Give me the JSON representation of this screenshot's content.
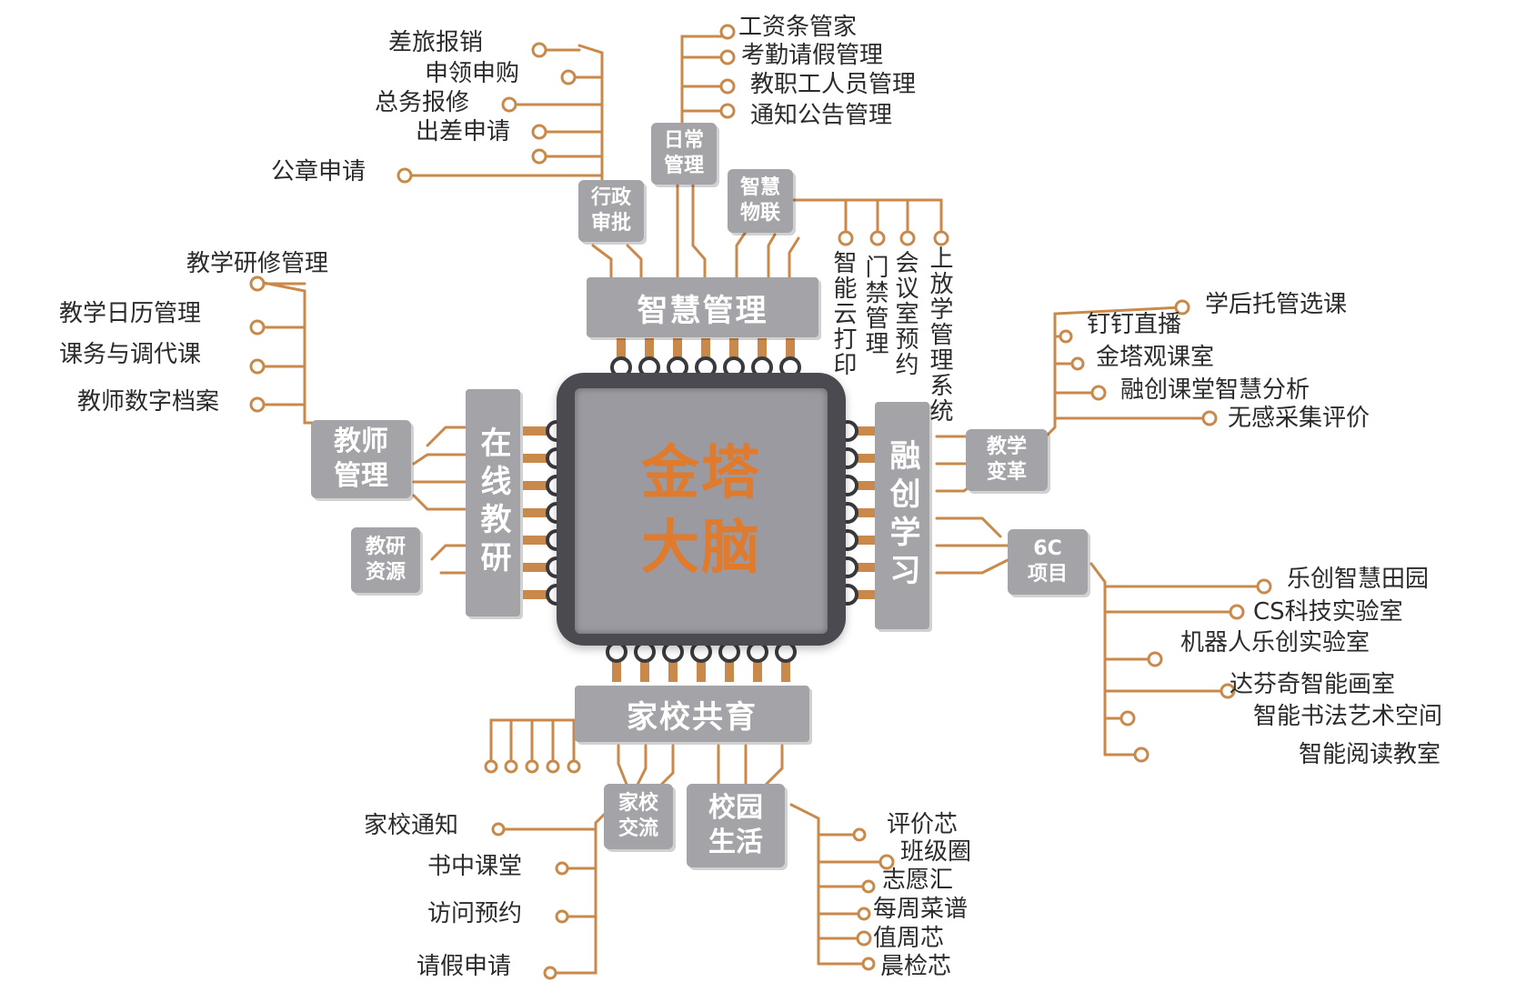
{
  "chip": {
    "title_line1": "金塔",
    "title_line2": "大脑"
  },
  "bars": {
    "top": "智慧管理",
    "bottom": "家校共育",
    "left": "在线教研",
    "right": "融创学习"
  },
  "boxes": {
    "admin_approval": "行政\n审批",
    "daily_management": "日常\n管理",
    "smart_iot": "智慧\n物联",
    "teacher_management": "教师\n管理",
    "research_resources": "教研\n资源",
    "teaching_reform": "教学\n变革",
    "project_6c": "6C\n项目",
    "home_school_communication": "家校\n交流",
    "campus_life": "校园\n生活"
  },
  "labels": {
    "admin": [
      "差旅报销",
      "申领申购",
      "总务报修",
      "出差申请",
      "公章申请"
    ],
    "daily": [
      "工资条管家",
      "考勤请假管理",
      "教职工人员管理",
      "通知公告管理"
    ],
    "iot": [
      "智能云打印",
      "门禁管理",
      "会议室预约",
      "上放学管理系统"
    ],
    "teacher": [
      "教学研修管理",
      "教学日历管理",
      "课务与调代课",
      "教师数字档案"
    ],
    "reform": [
      "学后托管选课",
      "钉钉直播",
      "金塔观课室",
      "融创课堂智慧分析",
      "无感采集评价"
    ],
    "six_c": [
      "乐创智慧田园",
      "CS科技实验室",
      "机器人乐创实验室",
      "达芬奇智能画室",
      "智能书法艺术空间",
      "智能阅读教室"
    ],
    "home_school": [
      "家校通知",
      "书中课堂",
      "访问预约",
      "请假申请"
    ],
    "campus": [
      "评价芯",
      "班级圈",
      "志愿汇",
      "每周菜谱",
      "值周芯",
      "晨检芯"
    ]
  }
}
